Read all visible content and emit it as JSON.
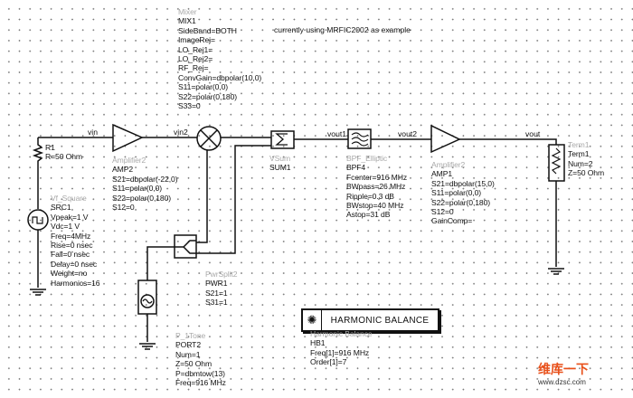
{
  "note": "currently using  MRFIC2002 as example",
  "nets": {
    "vin": "vin",
    "vin2": "vin2",
    "vout1": "vout1",
    "vout2": "vout2",
    "vout": "vout"
  },
  "mixer": {
    "lines": [
      "Mixer",
      "MIX1",
      "SideBand=BOTH",
      "ImageRej=",
      "LO_Rej1=",
      "LO_Rej2=",
      "RF_Rej=",
      "ConvGain=dbpolar(10,0)",
      "S11=polar(0,0)",
      "S22=polar(0,180)",
      "S33=0"
    ]
  },
  "r1": {
    "lines": [
      "R1",
      "R=50 Ohm"
    ]
  },
  "amp2": {
    "lines": [
      "Amplifier2",
      "AMP2",
      "S21=dbpolar(-22,0)",
      "S11=polar(0,0)",
      "S22=polar(0,180)",
      "S12=0"
    ]
  },
  "src": {
    "lines": [
      "Vf_Square",
      "SRC1",
      "Vpeak=1 V",
      "Vdc=1 V",
      "Freq=4MHz",
      "Rise=0 nsec",
      "Fall=0 nsec",
      "Delay=0 nsec",
      "Weight=no",
      "Harmonics=16"
    ]
  },
  "sum": {
    "lines": [
      "VSum",
      "SUM1"
    ]
  },
  "bpf": {
    "lines": [
      "BPF_Elliptic",
      "BPF4",
      "Fcenter=916 MHz",
      "BWpass=26 MHz",
      "Ripple=0.3 dB",
      "BWstop=40 MHz",
      "Astop=31 dB"
    ]
  },
  "amp1": {
    "lines": [
      "Amplifier2",
      "AMP1",
      "S21=dbpolar(15,0)",
      "S11=polar(0,0)",
      "S22=polar(0,180)",
      "S12=0",
      "GainComp="
    ]
  },
  "term": {
    "lines": [
      "Term1",
      "Term1",
      "Num=2",
      "Z=50 Ohm"
    ]
  },
  "split": {
    "lines": [
      "PwrSplit2",
      "PWR1",
      "S21=1",
      "S31=1"
    ]
  },
  "port": {
    "lines": [
      "P_1Tone",
      "PORT2",
      "Num=1",
      "Z=50 Ohm",
      "P=dbmtow(13)",
      "Freq=916 MHz"
    ]
  },
  "hb": {
    "title": "HARMONIC BALANCE",
    "lines": [
      "Harmonic Balance",
      "HB1",
      "Freq[1]=916 MHz",
      "Order[1]=7"
    ]
  },
  "watermark": {
    "cn": "维库一下",
    "url": "www.dzsc.com"
  }
}
